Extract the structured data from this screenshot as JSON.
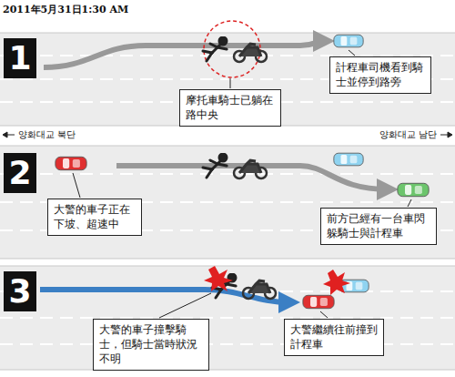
{
  "diagram": {
    "title": "2011年5月31日1:30 AM",
    "nodes": [
      {
        "text": [
          "1"
        ]
      },
      {
        "text": [
          "摩托車騎士已躺在路中央"
        ]
      },
      {
        "text": [
          "計程車司機看到騎士並停到路旁"
        ]
      },
      {
        "text": [
          "2"
        ]
      },
      {
        "text": [
          "大警的車子正在下坡、超速中"
        ]
      },
      {
        "text": [
          "前方已經有一台車閃躲騎士與計程車"
        ]
      },
      {
        "text": [
          "3"
        ]
      },
      {
        "text": [
          "大警的車子撞擊騎士，但騎士當時狀況不明"
        ]
      },
      {
        "text": [
          "大警繼續往前撞到計程車"
        ]
      }
    ],
    "labels": [
      "양화대교 북단",
      "양화대교 남단"
    ]
  }
}
